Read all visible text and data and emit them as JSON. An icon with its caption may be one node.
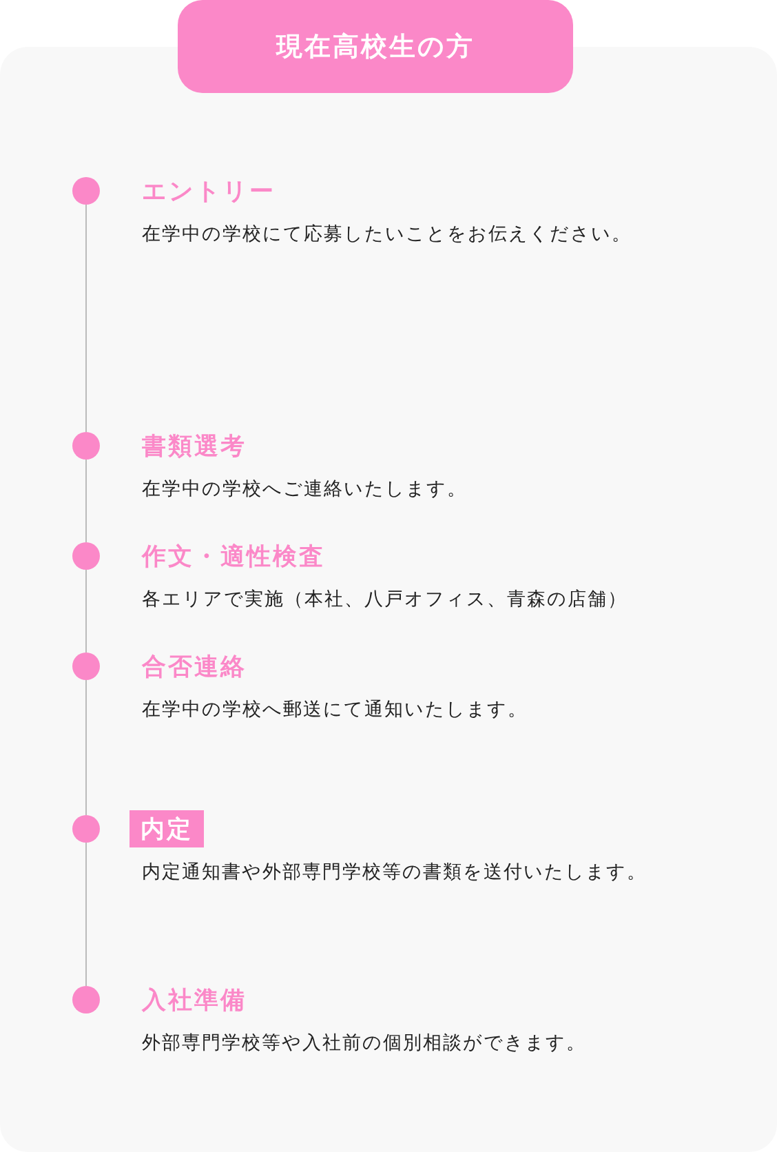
{
  "diagram": {
    "nodes": [
      {
        "text": [
          "現在高校生の方"
        ]
      },
      {
        "text": [],
        "shape": "circle",
        "beside": [
          "エントリー",
          "在学中の学校にて応募したいことをお伝えください。"
        ]
      },
      {
        "text": [],
        "shape": "circle",
        "beside": [
          "書類選考",
          "在学中の学校へご連絡いたします。"
        ]
      },
      {
        "text": [],
        "shape": "circle",
        "beside": [
          "作文・適性検査",
          "各エリアで実施（本社、八戸オフィス、青森の店舗）"
        ]
      },
      {
        "text": [],
        "shape": "circle",
        "beside": [
          "合否連絡",
          "在学中の学校へ郵送にて通知いたします。"
        ]
      },
      {
        "text": [],
        "shape": "circle",
        "beside": [
          "内定",
          "内定通知書や外部専門学校等の書類を送付いたします。"
        ]
      },
      {
        "text": [],
        "shape": "circle",
        "beside": [
          "入社準備",
          "外部専門学校等や入社前の個別相談ができます。"
        ]
      }
    ],
    "edges": [
      {
        "from": 1,
        "to": 2,
        "arrow": "none"
      },
      {
        "from": 2,
        "to": 3,
        "arrow": "none"
      },
      {
        "from": 3,
        "to": 4,
        "arrow": "none"
      },
      {
        "from": 4,
        "to": 5,
        "arrow": "none"
      },
      {
        "from": 5,
        "to": 6,
        "arrow": "none"
      }
    ]
  }
}
